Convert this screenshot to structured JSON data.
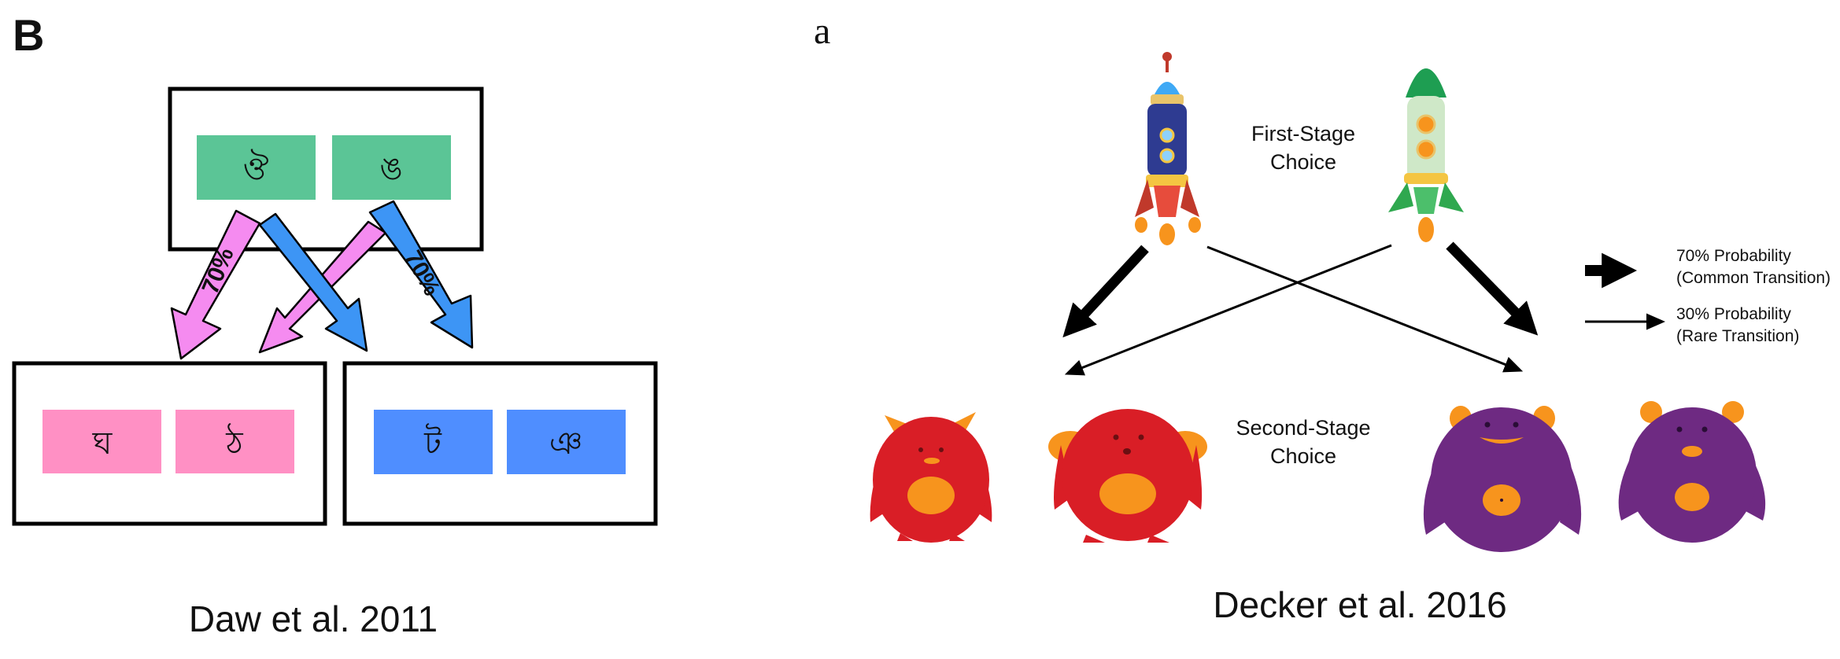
{
  "panel_b": {
    "letter": "B",
    "caption": "Daw et al. 2011",
    "arrow_label": "70%",
    "colors": {
      "green": "#5BC596",
      "pink": "#FF90C4",
      "blue": "#4F8EFF",
      "pink_arrow": "#F58BF0",
      "blue_arrow": "#3D95F5"
    },
    "stimuli": {
      "first_stage": [
        "ঔ",
        "ঙ"
      ],
      "second_stage_pink": [
        "ঘ",
        "ঠ"
      ],
      "second_stage_blue": [
        "ট",
        "ঞ"
      ]
    }
  },
  "panel_a": {
    "letter": "a",
    "caption": "Decker et al. 2016",
    "first_stage_line1": "First-Stage",
    "first_stage_line2": "Choice",
    "second_stage_line1": "Second-Stage",
    "second_stage_line2": "Choice",
    "legend": {
      "common_line1": "70% Probability",
      "common_line2": "(Common Transition)",
      "rare_line1": "30% Probability",
      "rare_line2": "(Rare Transition)"
    },
    "icons": [
      "blue-rocket-icon",
      "green-rocket-icon",
      "red-monster-icon",
      "purple-monster-icon"
    ],
    "colors": {
      "red_monster": "#D91E26",
      "purple_monster": "#6E2A82",
      "accent_orange": "#F7941D"
    }
  }
}
